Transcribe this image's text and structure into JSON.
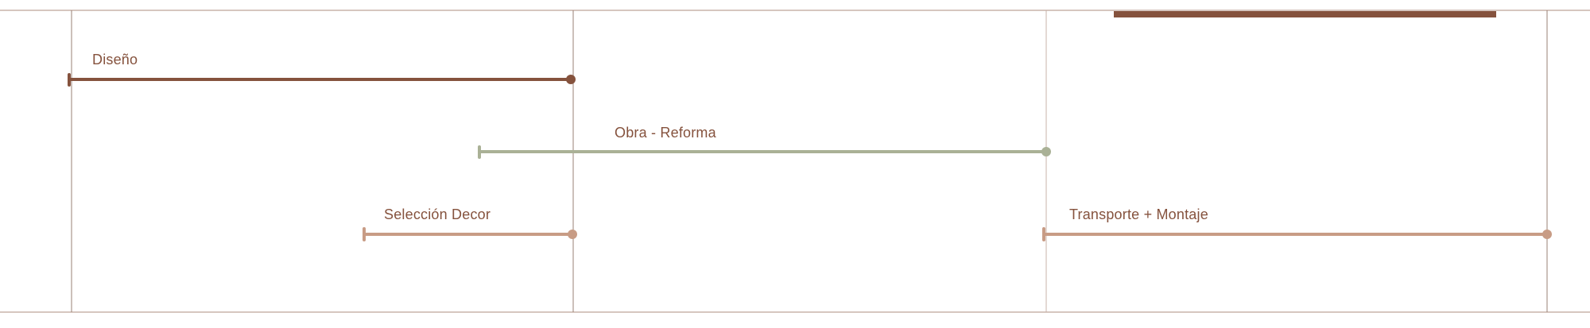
{
  "colors": {
    "grid": "#c8b3aa",
    "vline": "#9a8076",
    "accent_bar": "#85523d",
    "text": "#85523d"
  },
  "tasks": [
    {
      "label": "Diseño",
      "color": "#85523d"
    },
    {
      "label": "Obra - Reforma",
      "color": "#aab196"
    },
    {
      "label": "Selección Decor",
      "color": "#c89c85"
    },
    {
      "label": "Transporte + Montaje",
      "color": "#c89c85"
    }
  ]
}
